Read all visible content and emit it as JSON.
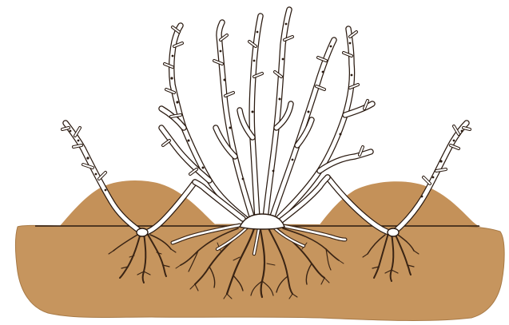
{
  "colors": {
    "soil": "#c6955e",
    "soil_edge": "#a87a46",
    "mound": "#c49159",
    "stem_fill": "#ffffff",
    "outline": "#2a1a10",
    "root": "#3a2414"
  },
  "scene": {
    "subject": "",
    "parts": [
      "mother-plant",
      "soil-bed",
      "left-mound",
      "right-mound",
      "left-layered-shoot",
      "right-layered-shoot"
    ]
  }
}
